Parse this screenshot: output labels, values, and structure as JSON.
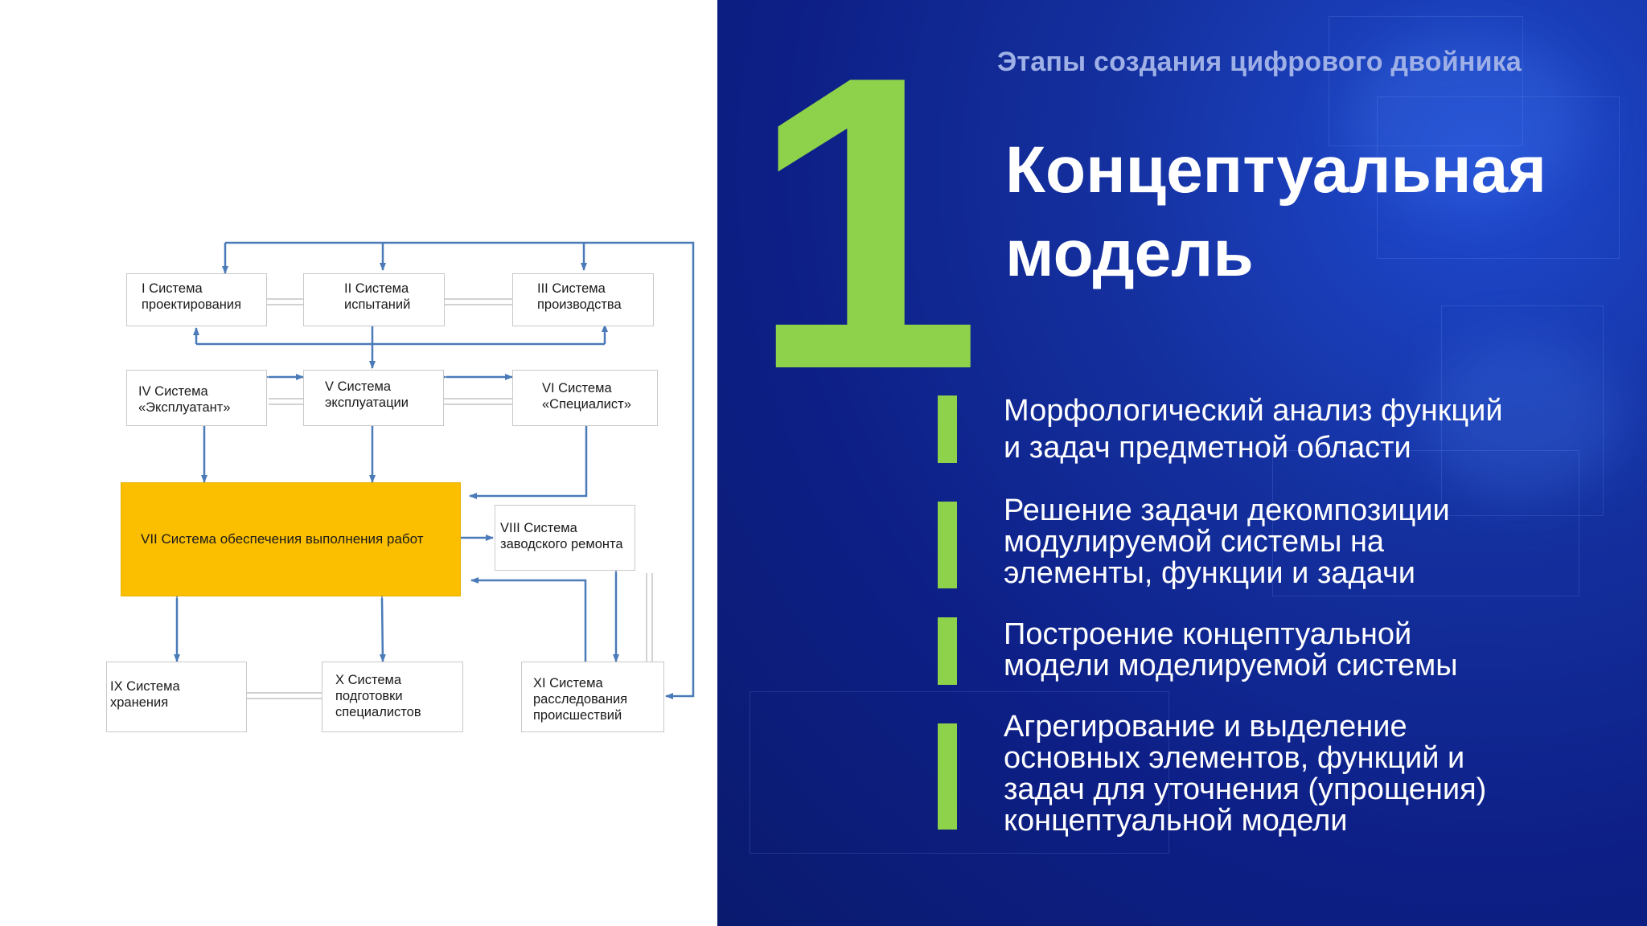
{
  "slide": {
    "subtitle": "Этапы создания цифрового двойника",
    "step_number": "1",
    "title_lines": [
      "Концептуальная",
      "модель"
    ],
    "accent_color": "#8ed14a",
    "points": [
      {
        "lines": [
          "Морфологический анализ функций",
          "и задач предметной области"
        ]
      },
      {
        "lines": [
          "Решение задачи декомпозиции",
          "модулируемой системы на",
          "элементы, функции и задачи"
        ]
      },
      {
        "lines": [
          "Построение концептуальной",
          "модели моделируемой системы"
        ]
      },
      {
        "lines": [
          "Агрегирование и выделение",
          "основных элементов, функций и",
          "задач для уточнения (упрощения)",
          "концептуальной модели"
        ]
      }
    ]
  },
  "diagram": {
    "boxes": {
      "s1": [
        "I Система",
        "проектирования"
      ],
      "s2": [
        "II Система",
        "испытаний"
      ],
      "s3": [
        "III Система",
        "производства"
      ],
      "s4": [
        "IV Система",
        "«Эксплуатант»"
      ],
      "s5": [
        "V Система",
        "эксплуатации"
      ],
      "s6": [
        "VI Система",
        "«Специалист»"
      ],
      "s7": [
        "VII Система обеспечения выполнения работ"
      ],
      "s8": [
        "VIII Система",
        "заводского ремонта"
      ],
      "s9": [
        "IX Система",
        "хранения"
      ],
      "s10": [
        "X Система",
        "подготовки",
        "специалистов"
      ],
      "s11": [
        "XI Система",
        "расследования",
        "происшествий"
      ]
    },
    "arrow_color": "#4a7ab8",
    "highlight_color": "#fbbf00"
  }
}
